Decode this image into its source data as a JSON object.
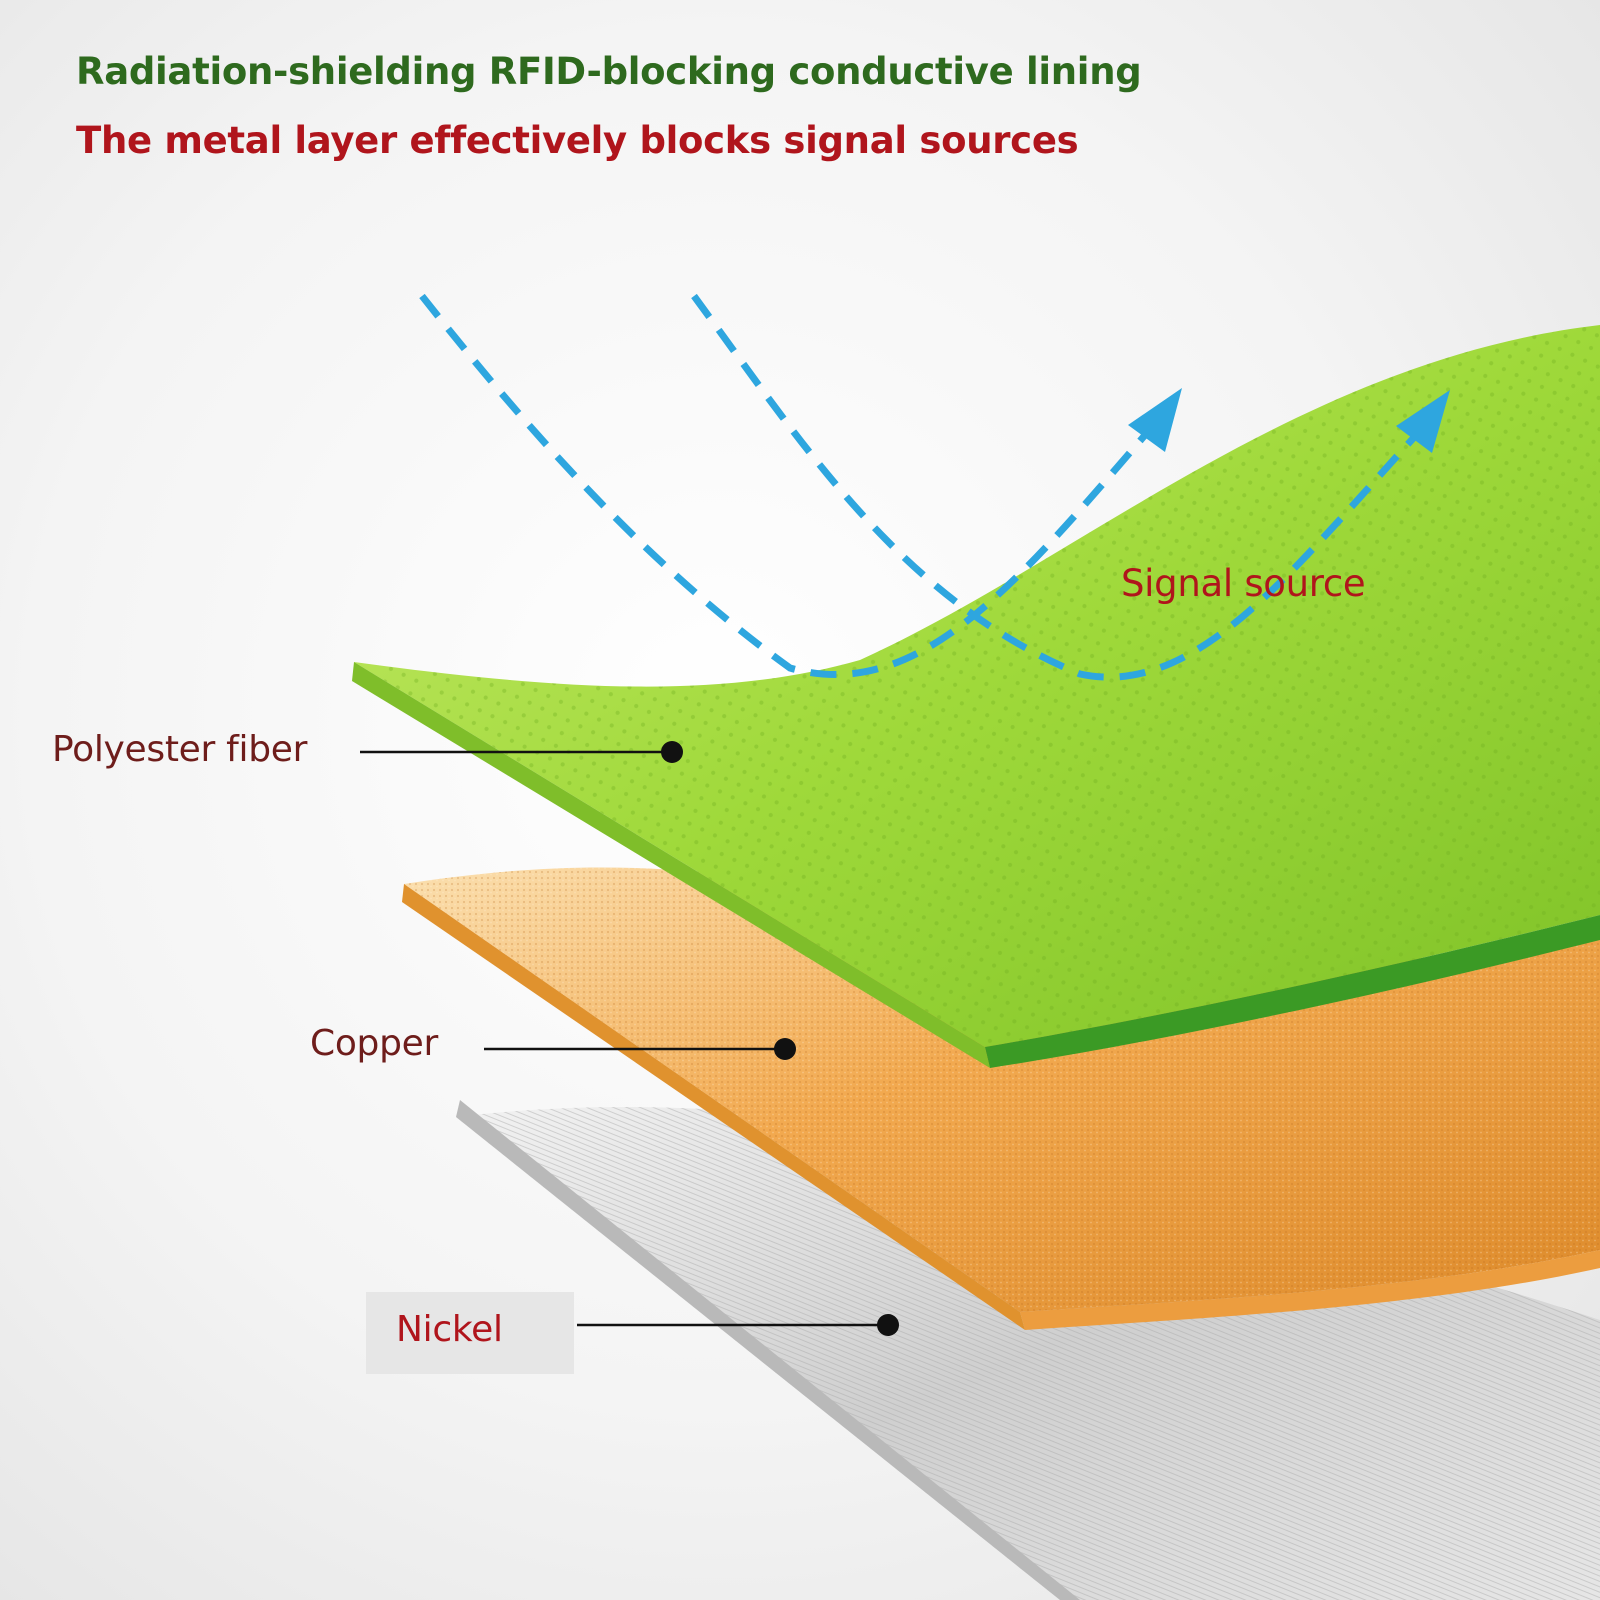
{
  "header": {
    "title": "Radiation-shielding RFID-blocking conductive lining",
    "subtitle": "The metal layer effectively blocks signal sources"
  },
  "layers": [
    {
      "id": "polyester",
      "label": "Polyester fiber",
      "color": "#8fce2f"
    },
    {
      "id": "copper",
      "label": "Copper",
      "color": "#ef9b3a"
    },
    {
      "id": "nickel",
      "label": "Nickel",
      "color": "#cfcfcf"
    }
  ],
  "signal": {
    "label": "Signal source",
    "color": "#2ea6df"
  },
  "colors": {
    "title": "#2e6a1e",
    "subtitle": "#b0151c",
    "label": "#6e1d1b",
    "leader": "#111111"
  }
}
